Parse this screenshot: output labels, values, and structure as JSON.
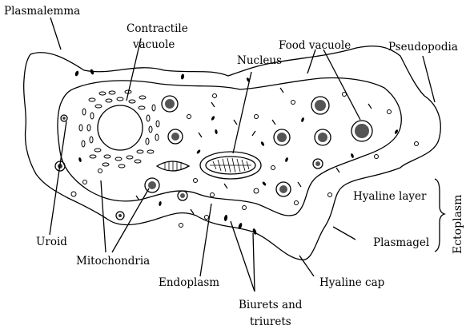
{
  "labels": {
    "plasmalemma": "Plasmalemma",
    "contractile_vacuole_1": "Contractile",
    "contractile_vacuole_2": "vacuole",
    "food_vacuole": "Food vacuole",
    "pseudopodia": "Pseudopodia",
    "nucleus": "Nucleus",
    "hyaline_layer": "Hyaline layer",
    "plasmagel": "Plasmagel",
    "ectoplasm": "Ectoplasm",
    "uroid": "Uroid",
    "mitochondria": "Mitochondria",
    "endoplasm": "Endoplasm",
    "hyaline_cap": "Hyaline cap",
    "biurets_1": "Biurets and",
    "biurets_2": "triurets"
  }
}
